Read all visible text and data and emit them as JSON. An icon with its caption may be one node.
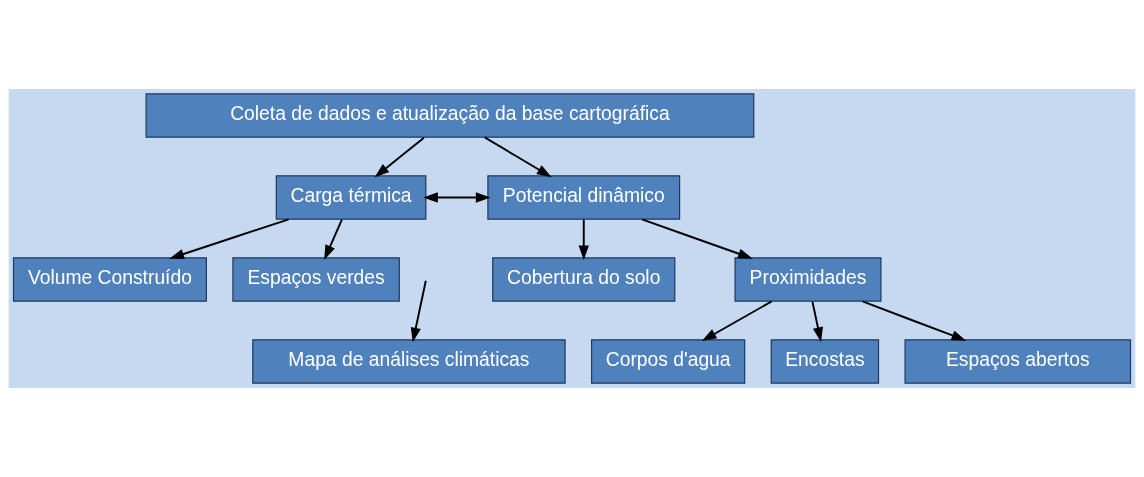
{
  "diagram": {
    "nodes": [
      {
        "text": [
          "Coleta de dados e atualização da base cartográfica"
        ]
      },
      {
        "text": [
          "Carga térmica"
        ]
      },
      {
        "text": [
          "Potencial dinâmico"
        ]
      },
      {
        "text": [
          "Volume Construído"
        ]
      },
      {
        "text": [
          "Espaços verdes"
        ]
      },
      {
        "text": [
          "Cobertura do solo"
        ]
      },
      {
        "text": [
          "Proximidades"
        ]
      },
      {
        "text": [
          "Corpos d'agua"
        ]
      },
      {
        "text": [
          "Encostas"
        ]
      },
      {
        "text": [
          "Espaços abertos"
        ]
      },
      {
        "text": [
          "Mapa de análises climáticas"
        ]
      }
    ],
    "edges": [
      {
        "from": 0,
        "to": 1,
        "arrow": "to"
      },
      {
        "from": 0,
        "to": 2,
        "arrow": "to"
      },
      {
        "from": 1,
        "to": 2,
        "arrow": "both"
      },
      {
        "from": 1,
        "to": 3,
        "arrow": "to"
      },
      {
        "from": 1,
        "to": 4,
        "arrow": "to"
      },
      {
        "from": 2,
        "to": 5,
        "arrow": "to"
      },
      {
        "from": 2,
        "to": 6,
        "arrow": "to"
      },
      {
        "from": 6,
        "to": 7,
        "arrow": "to"
      },
      {
        "from": 6,
        "to": 9,
        "arrow": "to"
      },
      {
        "from": 6,
        "to": 8,
        "arrow": "to"
      },
      {
        "from": null,
        "to": 10,
        "arrow": "to"
      }
    ]
  }
}
